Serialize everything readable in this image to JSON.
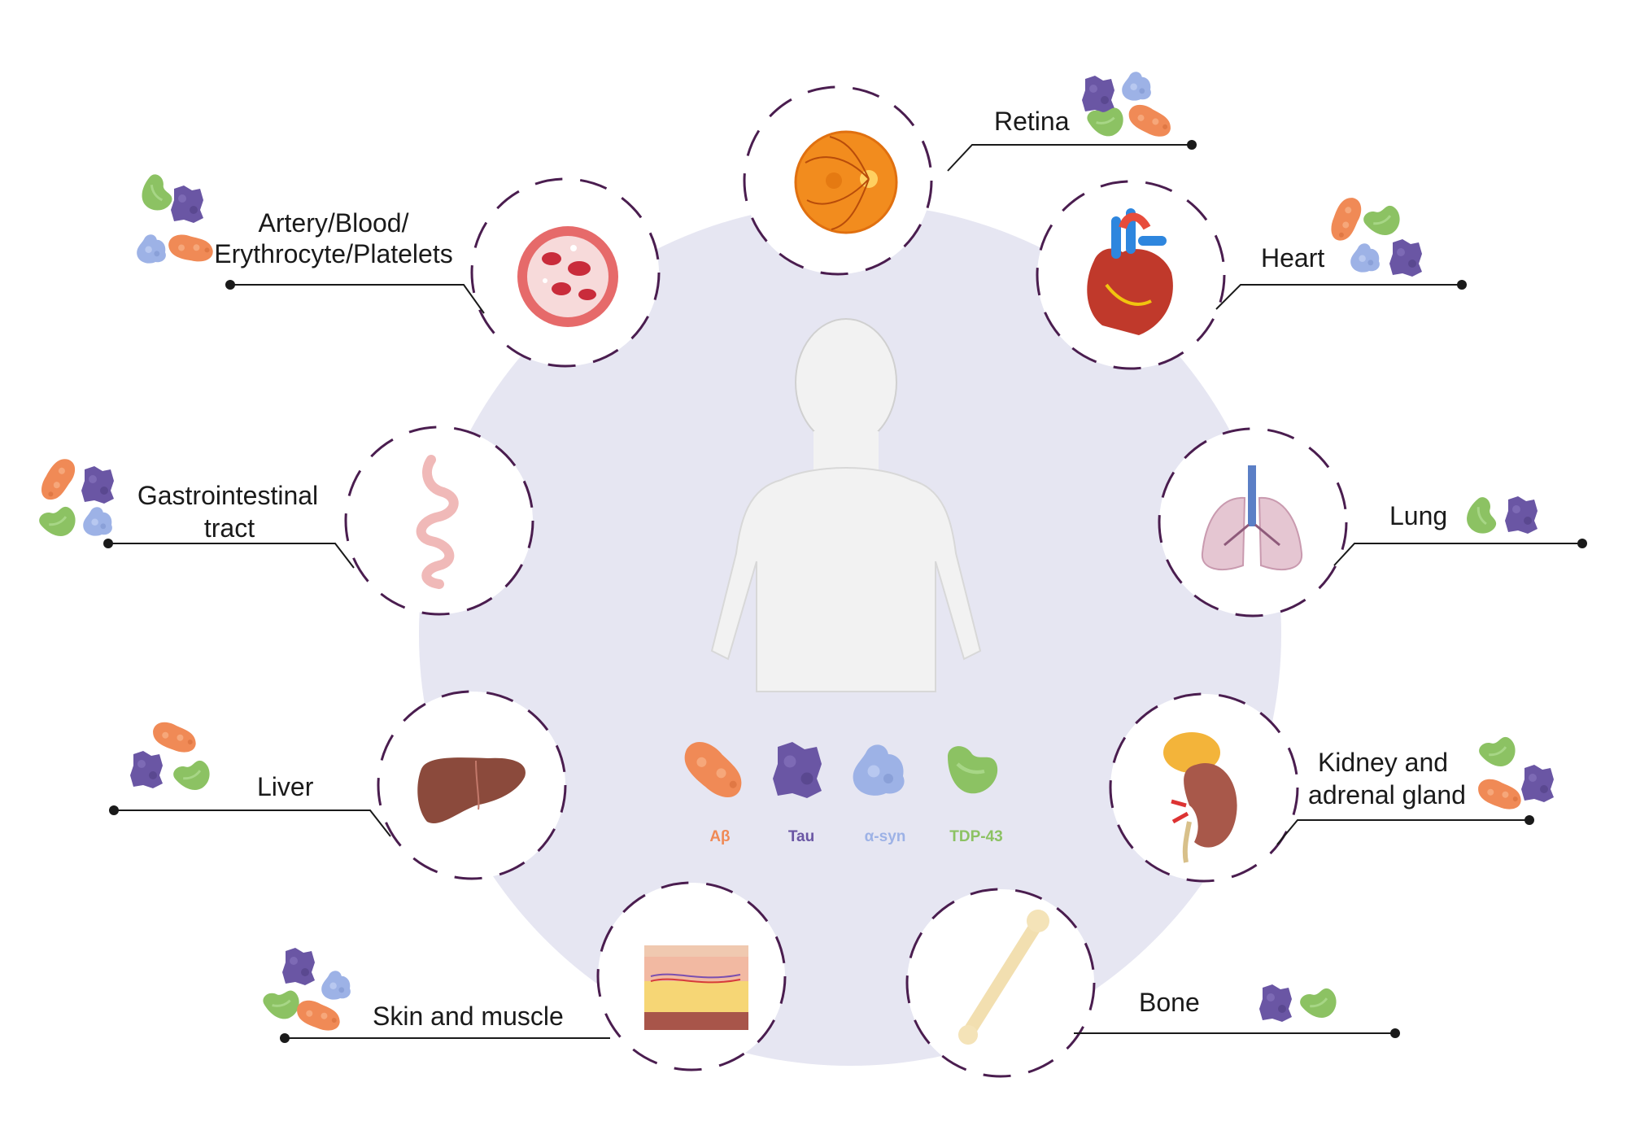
{
  "legend": {
    "abeta": "Aβ",
    "tau": "Tau",
    "asyn": "α-syn",
    "tdp43": "TDP-43"
  },
  "colors": {
    "abeta": "#f08a56",
    "tau": "#6a56a4",
    "asyn": "#9db2e6",
    "tdp43": "#8cc263",
    "background_disc": "#e6e6f2",
    "dashed_ring": "#4a1d4f"
  },
  "organs": {
    "retina": {
      "label": "Retina",
      "proteins": [
        "tau",
        "asyn",
        "tdp43",
        "abeta"
      ]
    },
    "heart": {
      "label": "Heart",
      "proteins": [
        "abeta",
        "tdp43",
        "asyn",
        "tau"
      ]
    },
    "lung": {
      "label": "Lung",
      "proteins": [
        "tdp43",
        "tau"
      ]
    },
    "kidney": {
      "label_line1": "Kidney and",
      "label_line2": "adrenal gland",
      "proteins": [
        "tdp43",
        "abeta",
        "tau"
      ]
    },
    "bone": {
      "label": "Bone",
      "proteins": [
        "tau",
        "tdp43"
      ]
    },
    "skin": {
      "label": "Skin and muscle",
      "proteins": [
        "tau",
        "asyn",
        "tdp43",
        "abeta"
      ]
    },
    "liver": {
      "label": "Liver",
      "proteins": [
        "abeta",
        "tau",
        "tdp43"
      ]
    },
    "gi": {
      "label_line1": "Gastrointestinal",
      "label_line2": "tract",
      "proteins": [
        "abeta",
        "tau",
        "tdp43",
        "asyn"
      ]
    },
    "artery": {
      "label_line1": "Artery/Blood/",
      "label_line2": "Erythrocyte/Platelets",
      "proteins": [
        "tdp43",
        "tau",
        "asyn",
        "abeta"
      ]
    }
  }
}
